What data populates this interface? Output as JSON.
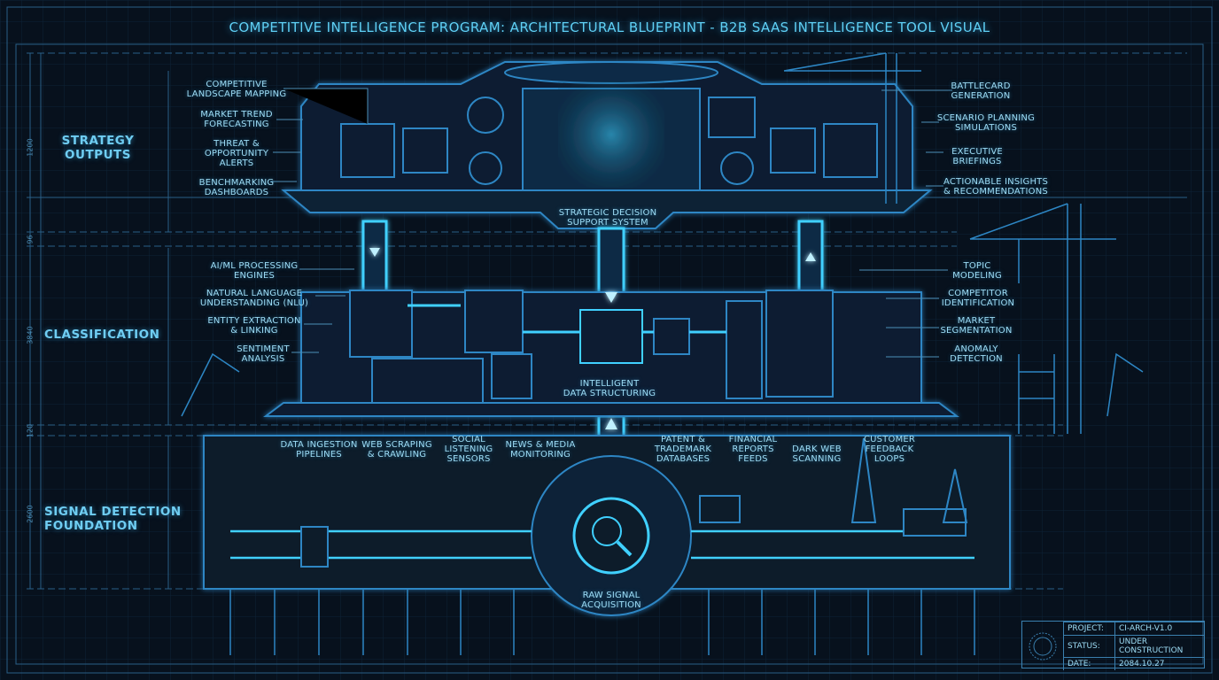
{
  "title": "COMPETITIVE INTELLIGENCE PROGRAM: ARCHITECTURAL BLUEPRINT - B2B SAAS INTELLIGENCE TOOL VISUAL",
  "colors": {
    "background": "#07111d",
    "line": "#2d86c4",
    "glow": "#3fd0ff",
    "text": "#9ddcf5"
  },
  "sections": {
    "strategy": "STRATEGY\nOUTPUTS",
    "classification": "CLASSIFICATION",
    "signal": "SIGNAL DETECTION\nFOUNDATION"
  },
  "dimensions": [
    "1200",
    "96",
    "3840",
    "120",
    "2600"
  ],
  "strategy_left": [
    "COMPETITIVE\nLANDSCAPE MAPPING",
    "MARKET TREND\nFORECASTING",
    "THREAT &\nOPPORTUNITY\nALERTS",
    "BENCHMARKING\nDASHBOARDS"
  ],
  "strategy_right": [
    "BATTLECARD\nGENERATION",
    "SCENARIO PLANNING\nSIMULATIONS",
    "EXECUTIVE\nBRIEFINGS",
    "ACTIONABLE INSIGHTS\n& RECOMMENDATIONS"
  ],
  "classification_left": [
    "AI/ML PROCESSING\nENGINES",
    "NATURAL LANGUAGE\nUNDERSTANDING (NLU)",
    "ENTITY EXTRACTION\n& LINKING",
    "SENTIMENT\nANALYSIS"
  ],
  "classification_right": [
    "TOPIC\nMODELING",
    "COMPETITOR\nIDENTIFICATION",
    "MARKET\nSEGMENTATION",
    "ANOMALY\nDETECTION"
  ],
  "signal_sources": [
    "DATA INGESTION\nPIPELINES",
    "WEB SCRAPING\n& CRAWLING",
    "SOCIAL\nLISTENING\nSENSORS",
    "NEWS & MEDIA\nMONITORING",
    "PATENT &\nTRADEMARK\nDATABASES",
    "FINANCIAL\nREPORTS\nFEEDS",
    "DARK WEB\nSCANNING",
    "CUSTOMER\nFEEDBACK\nLOOPS"
  ],
  "core": {
    "decision": "STRATEGIC DECISION\nSUPPORT SYSTEM",
    "structuring": "INTELLIGENT\nDATA STRUCTURING",
    "acquisition": "RAW SIGNAL\nACQUISITION"
  },
  "title_block": {
    "project_label": "PROJECT:",
    "project": "CI-ARCH-V1.0",
    "status_label": "STATUS:",
    "status": "UNDER CONSTRUCTION",
    "date_label": "DATE:",
    "date": "2084.10.27"
  }
}
